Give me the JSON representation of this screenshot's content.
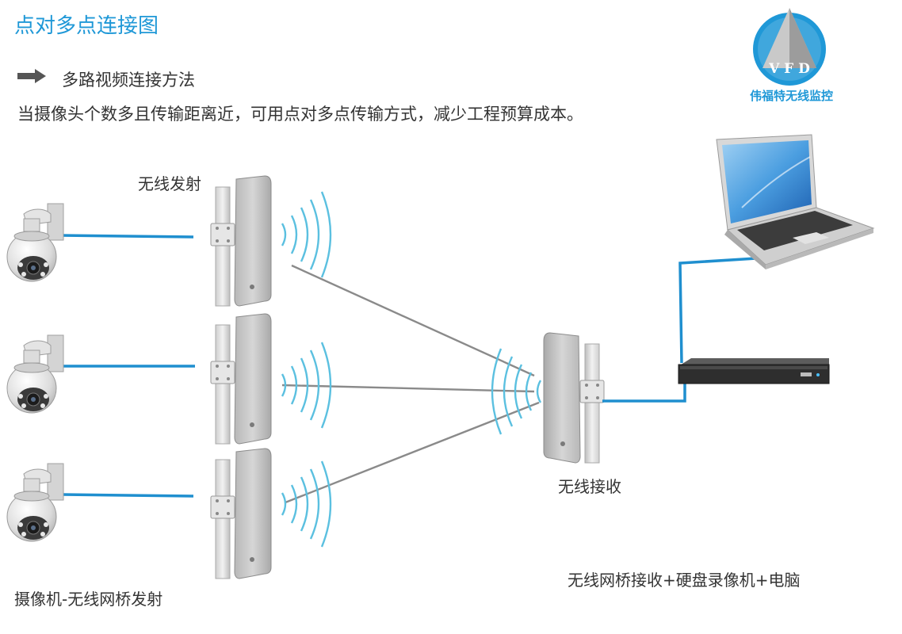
{
  "header": {
    "title": "点对多点连接图",
    "subtitle": "多路视频连接方法",
    "description": "当摄像头个数多且传输距离近，可用点对多点传输方式，减少工程预算成本。"
  },
  "logo": {
    "initials": "V F D",
    "caption": "伟福特无线监控",
    "color": "#1f98d7"
  },
  "labels": {
    "transmitters": "无线发射",
    "receiver": "无线接收",
    "cameras": "摄像机-无线网桥发射",
    "receiving_end": "无线网桥接收+硬盘录像机+电脑"
  },
  "colors": {
    "cable": "#1f8fcf",
    "wireless_link": "#8a8a8a",
    "panel": "#c9c9c9",
    "signal_wave": "#5bc0e0"
  },
  "icons": [
    "arrow-right-icon",
    "vfd-logo-icon",
    "ptz-camera-icon",
    "panel-antenna-icon",
    "nvr-icon",
    "laptop-icon"
  ]
}
